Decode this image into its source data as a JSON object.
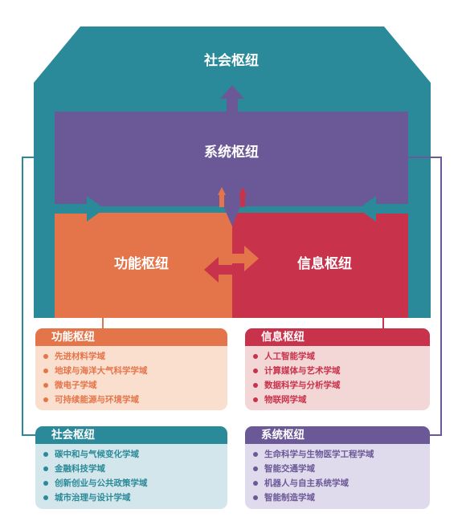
{
  "hubs": {
    "social": "社会枢纽",
    "system": "系统枢纽",
    "function": "功能枢纽",
    "information": "信息枢纽"
  },
  "cards": [
    {
      "key": "function",
      "title": "功能枢纽",
      "header_color": "#e4754a",
      "body_color": "#fadfcf",
      "text_color": "#e4754a",
      "items": [
        "先进材料学域",
        "地球与海洋大气科学学域",
        "微电子学域",
        "可持续能源与环境学域"
      ]
    },
    {
      "key": "information",
      "title": "信息枢纽",
      "header_color": "#c8334b",
      "body_color": "#f3d6d6",
      "text_color": "#c8334b",
      "items": [
        "人工智能学域",
        "计算媒体与艺术学域",
        "数据科学与分析学域",
        "物联网学域"
      ]
    },
    {
      "key": "social",
      "title": "社会枢纽",
      "header_color": "#2b8a99",
      "body_color": "#d3e6eb",
      "text_color": "#2b8a99",
      "items": [
        "碳中和与气候变化学域",
        "金融科技学域",
        "创新创业与公共政策学域",
        "城市治理与设计学域"
      ]
    },
    {
      "key": "system",
      "title": "系统枢纽",
      "header_color": "#6b5897",
      "body_color": "#e0dbec",
      "text_color": "#6b5897",
      "items": [
        "生命科学与生物医学工程学域",
        "智能交通学域",
        "机器人与自主系统学域",
        "智能制造学域"
      ]
    }
  ],
  "colors": {
    "social": "#2b8a99",
    "system": "#6b5897",
    "function": "#e4754a",
    "information": "#c8334b"
  }
}
